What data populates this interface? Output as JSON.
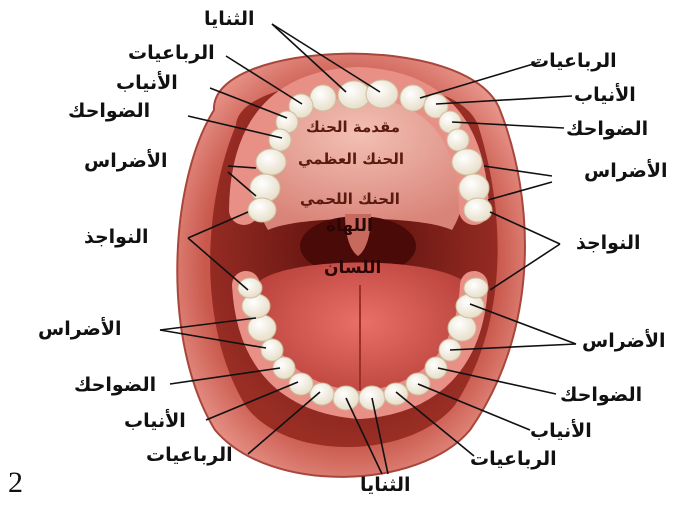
{
  "page_number": "2",
  "inner_labels": {
    "anterior_palate": "مقدمة الحنك",
    "hard_palate": "الحنك العظمي",
    "soft_palate": "الحنك اللحمي",
    "uvula": "اللهاة",
    "tongue": "اللسان"
  },
  "upper": {
    "incisors_central": "الثنايا",
    "left": {
      "incisors_lateral": "الرباعيات",
      "canine": "الأنياب",
      "premolars": "الضواحك",
      "molars": "الأضراس",
      "wisdom": "النواجذ"
    },
    "right": {
      "incisors_lateral": "الرباعيات",
      "canine": "الأنياب",
      "premolars": "الضواحك",
      "molars": "الأضراس",
      "wisdom": "النواجذ"
    }
  },
  "lower": {
    "incisors_central": "الثنايا",
    "left": {
      "molars": "الأضراس",
      "premolars": "الضواحك",
      "canine": "الأنياب",
      "incisors_lateral": "الرباعيات"
    },
    "right": {
      "molars": "الأضراس",
      "premolars": "الضواحك",
      "canine": "الأنياب",
      "incisors_lateral": "الرباعيات"
    }
  },
  "colors": {
    "lips": "#e07a6e",
    "lips_dark": "#b84a3e",
    "mouth_cavity": "#7a1f18",
    "palate": "#e9a79b",
    "tongue": "#d85a52",
    "gum": "#e88f86",
    "tooth": "#fbf6ea"
  }
}
